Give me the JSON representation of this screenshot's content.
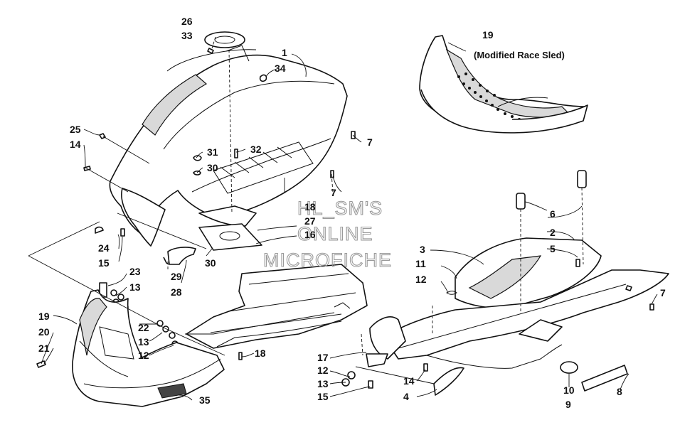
{
  "diagram": {
    "watermark": [
      "HL_SM'S",
      "ONLINE",
      "MICROFICHE"
    ],
    "note": "(Modified Race Sled)",
    "callouts": {
      "c1": "1",
      "c2": "2",
      "c3": "3",
      "c4": "4",
      "c5": "5",
      "c6": "6",
      "c7a": "7",
      "c7b": "7",
      "c7c": "7",
      "c8": "8",
      "c9": "9",
      "c10": "10",
      "c11": "11",
      "c12a": "12",
      "c12b": "12",
      "c12c": "12",
      "c13a": "13",
      "c13b": "13",
      "c13c": "13",
      "c14a": "14",
      "c14b": "14",
      "c15a": "15",
      "c15b": "15",
      "c16": "16",
      "c17": "17",
      "c18a": "18",
      "c18b": "18",
      "c19a": "19",
      "c19b": "19",
      "c20": "20",
      "c21": "21",
      "c22": "22",
      "c23": "23",
      "c24": "24",
      "c25": "25",
      "c26": "26",
      "c27": "27",
      "c28": "28",
      "c29": "29",
      "c30a": "30",
      "c30b": "30",
      "c31": "31",
      "c32": "32",
      "c33": "33",
      "c34": "34",
      "c35": "35"
    }
  }
}
